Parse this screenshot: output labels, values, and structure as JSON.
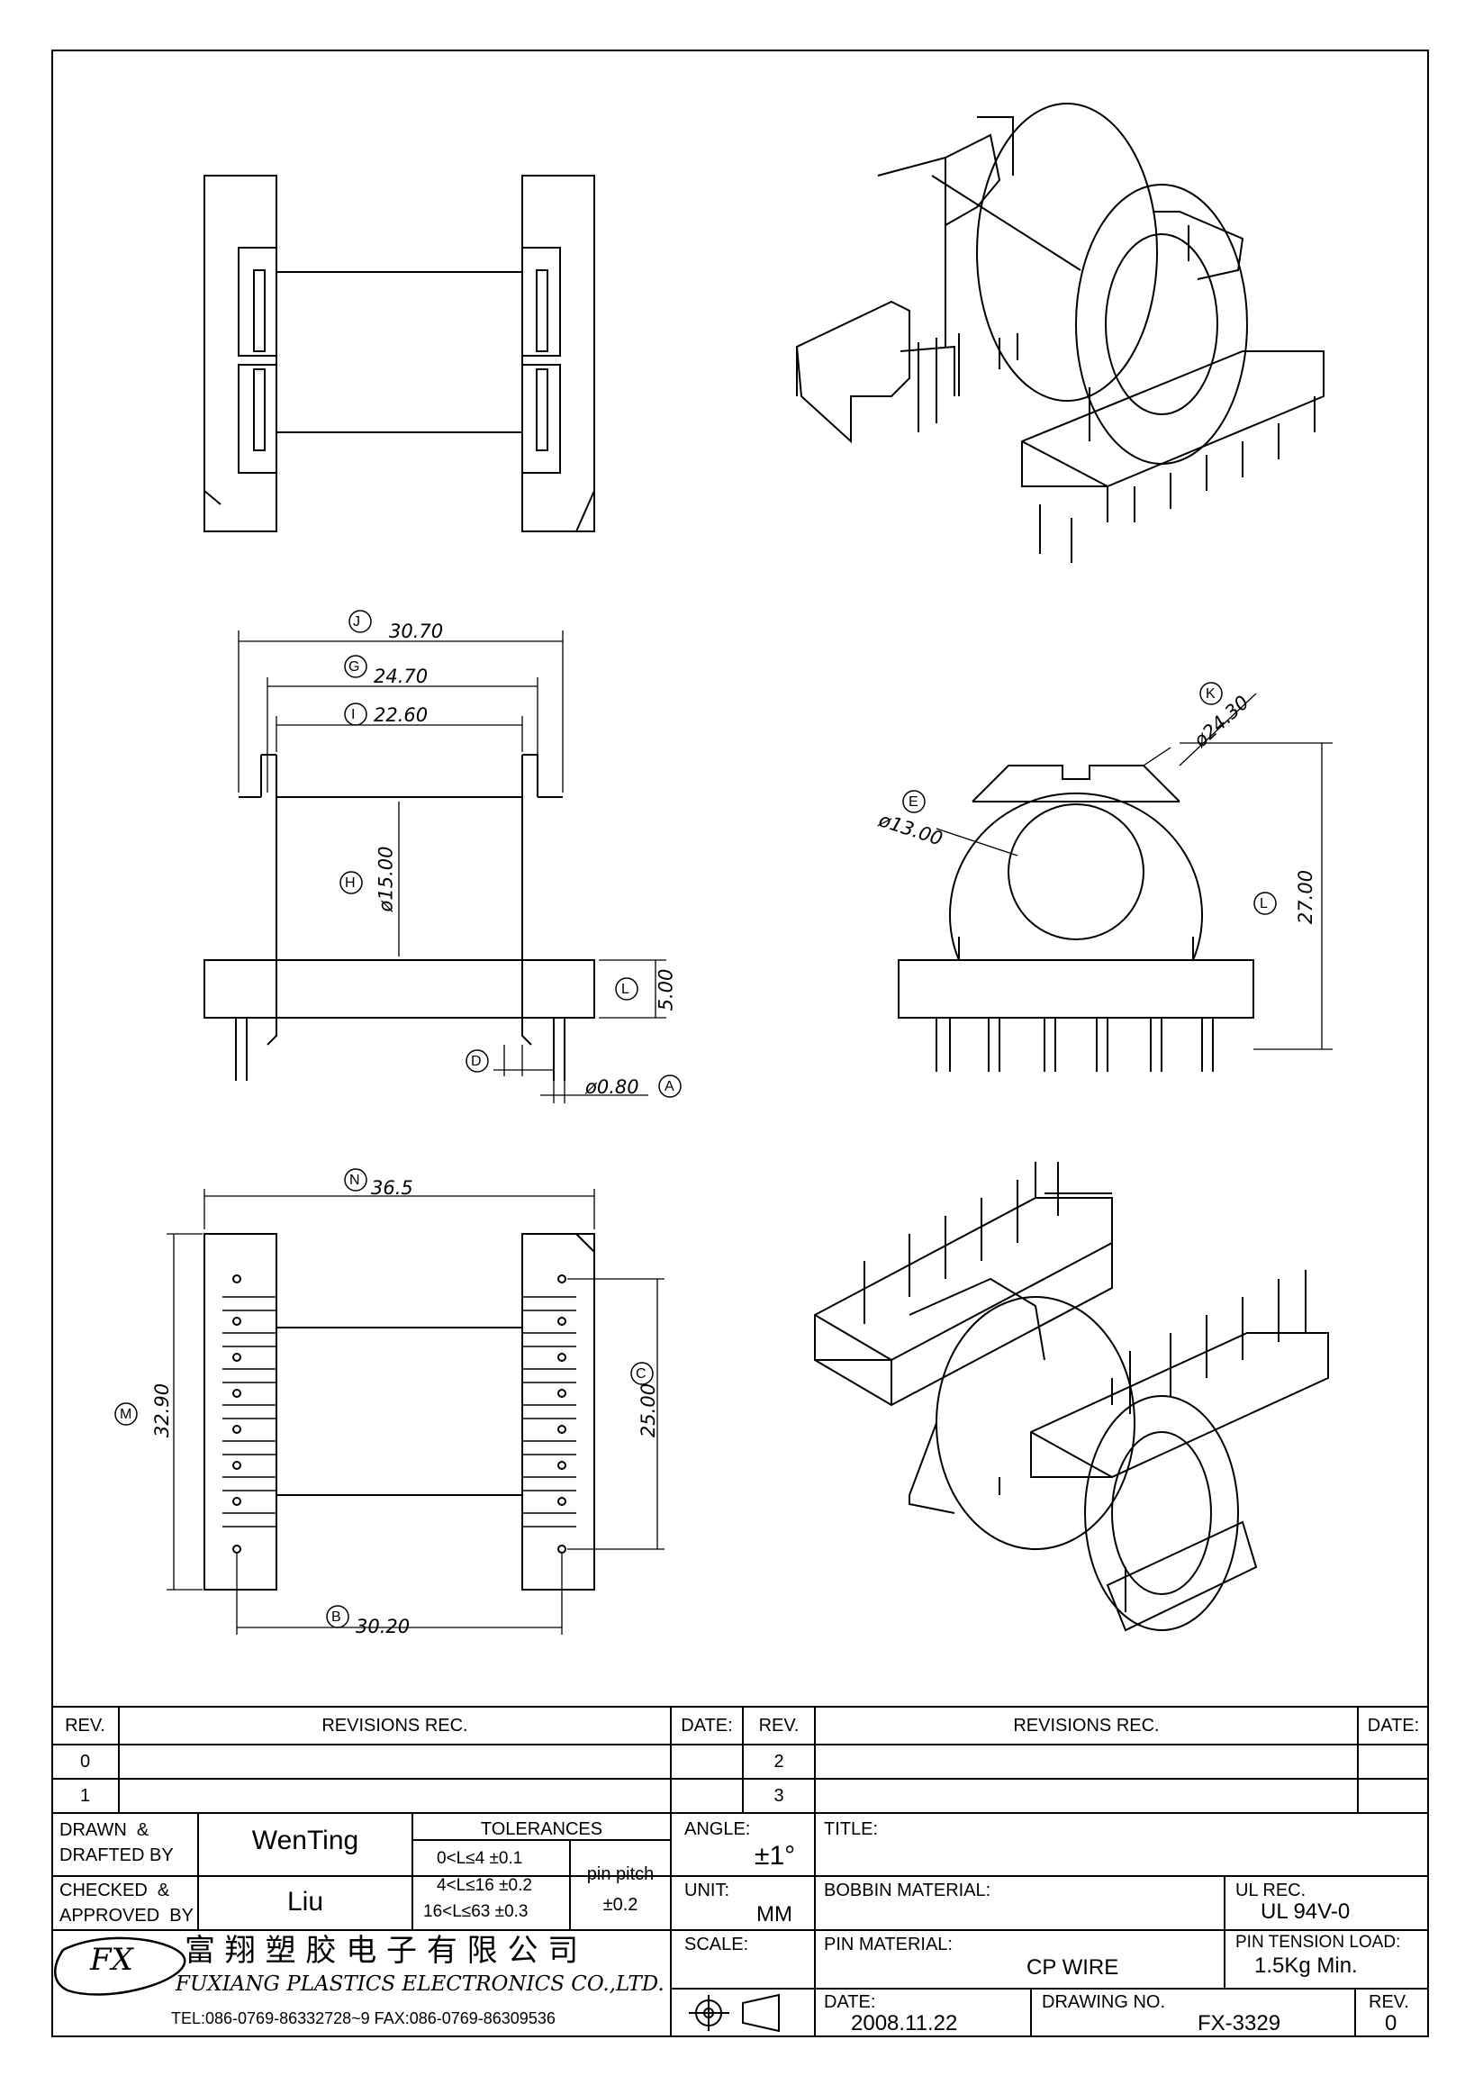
{
  "dimensions": {
    "J": "30.70",
    "G": "24.70",
    "I": "22.60",
    "H": "ø15.00",
    "L5": "5.00",
    "pin": "ø0.80",
    "K": "ø24.30",
    "E": "ø13.00",
    "L27": "27.00",
    "N": "36.5",
    "M": "32.90",
    "C": "25.00",
    "B": "30.20"
  },
  "callouts": [
    "J",
    "G",
    "I",
    "H",
    "L",
    "D",
    "A",
    "K",
    "E",
    "L",
    "N",
    "M",
    "C",
    "B"
  ],
  "revisions": {
    "rev_header": "REV.",
    "rec_header": "REVISIONS   REC.",
    "date_header": "DATE:",
    "rows_left": [
      "0",
      "1"
    ],
    "rows_right": [
      "2",
      "3"
    ]
  },
  "title_block": {
    "drawn_label": "DRAWN  &\nDRAFTED BY",
    "drawn_value": "WenTing",
    "checked_label": "CHECKED  &\nAPPROVED  BY",
    "checked_value": "Liu",
    "tolerances_label": "TOLERANCES",
    "tol_rows": [
      "0<L≤4    ±0.1",
      "4<L≤16  ±0.2",
      "16<L≤63  ±0.3"
    ],
    "pin_pitch_label": "pin  pitch",
    "pin_pitch_value": "±0.2",
    "angle_label": "ANGLE:",
    "angle_value": "±1°",
    "unit_label": "UNIT:",
    "unit_value": "MM",
    "scale_label": "SCALE:",
    "title_label": "TITLE:",
    "bobbin_label": "BOBBIN  MATERIAL:",
    "ul_label": "UL  REC.",
    "ul_value": "UL  94V-0",
    "pin_material_label": "PIN  MATERIAL:",
    "pin_material_value": "CP  WIRE",
    "tension_label": "PIN  TENSION  LOAD:",
    "tension_value": "1.5Kg  Min.",
    "date_label": "DATE:",
    "date_value": "2008.11.22",
    "drawing_no_label": "DRAWING  NO.",
    "drawing_no_value": "FX-3329",
    "rev_label": "REV.",
    "rev_value": "0"
  },
  "company": {
    "logo_text": "FX",
    "name_cn": "富 翔 塑 胶 电 子 有 限 公 司",
    "name_en": "FUXIANG  PLASTICS  ELECTRONICS  CO.,LTD.",
    "contact": "TEL:086-0769-86332728~9   FAX:086-0769-86309536"
  }
}
